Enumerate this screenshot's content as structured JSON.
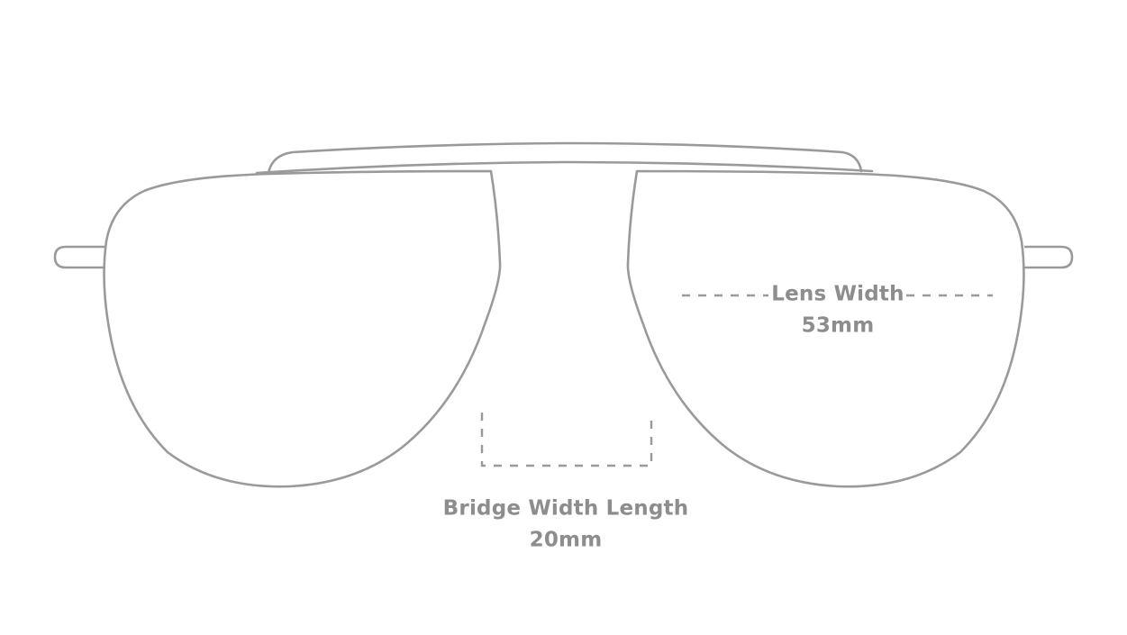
{
  "diagram": {
    "title": "Eyeglass Frame Measurement Diagram",
    "frame_style": "aviator-double-bridge",
    "line_color": "#9a9a9a",
    "text_color": "#8d8d8d",
    "background_color": "#ffffff"
  },
  "measurements": {
    "lens_width": {
      "label": "Lens Width",
      "value": "53mm",
      "full_text": "Lens Width 53mm"
    },
    "bridge_width": {
      "label": "Bridge Width Length",
      "value": "20mm",
      "full_text": "Bridge Width Length 20mm"
    }
  },
  "parts": {
    "left_lens": "left-lens-outline",
    "right_lens": "right-lens-outline",
    "brow_bar": "top-brow-bar",
    "left_hinge": "left-hinge-stub",
    "right_hinge": "right-hinge-stub"
  }
}
